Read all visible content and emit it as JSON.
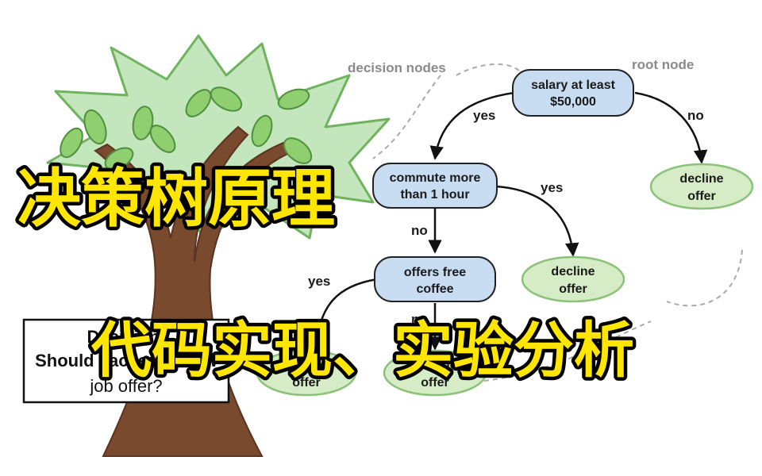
{
  "annotations": {
    "decision_nodes": "decision nodes",
    "root_node": "root node"
  },
  "nodes": {
    "root": {
      "line1": "salary at least",
      "line2": "$50,000"
    },
    "commute": {
      "line1": "commute more",
      "line2": "than 1 hour"
    },
    "coffee": {
      "line1": "offers free",
      "line2": "coffee"
    },
    "decline_right": {
      "line1": "decline",
      "line2": "offer"
    },
    "decline_mid": {
      "line1": "decline",
      "line2": "offer"
    },
    "decline_bottom": {
      "line1": "decline",
      "line2": "offer"
    },
    "accept": {
      "line1": "accept",
      "line2": "offer"
    }
  },
  "edges": {
    "root_yes": "yes",
    "root_no": "no",
    "commute_yes": "yes",
    "commute_no": "no",
    "coffee_yes": "yes",
    "coffee_no": "no"
  },
  "question_box": {
    "line1": "Decision:",
    "line2": "Should I accept a new",
    "line3": "job offer?"
  },
  "title": {
    "line1": "决策树原理",
    "line2": "代码实现、实验分析"
  },
  "colors": {
    "decision_node_fill": "#c8dcf2",
    "leaf_node_fill": "#d5ecc6",
    "leaf_node_stroke": "#8bc27a",
    "title_fill": "#ffe600",
    "title_outline": "#000000",
    "tree_trunk": "#7a4a2e",
    "tree_canopy": "#bfe3b8"
  }
}
